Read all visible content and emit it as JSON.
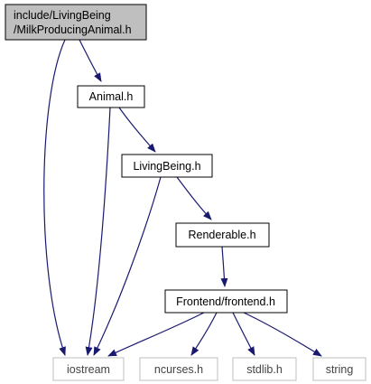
{
  "colors": {
    "edge": "#191970",
    "node_border": "#000000",
    "external_border": "#bfbfbf",
    "highlight_fill": "#bfbfbf",
    "background": "#ffffff"
  },
  "nodes": {
    "milk": {
      "line1": "include/LivingBeing",
      "line2": "/MilkProducingAnimal.h"
    },
    "animal": {
      "label": "Animal.h"
    },
    "livingbeing": {
      "label": "LivingBeing.h"
    },
    "renderable": {
      "label": "Renderable.h"
    },
    "frontend": {
      "label": "Frontend/frontend.h"
    },
    "iostream": {
      "label": "iostream"
    },
    "ncurses": {
      "label": "ncurses.h"
    },
    "stdlib": {
      "label": "stdlib.h"
    },
    "string": {
      "label": "string"
    }
  },
  "edges": [
    {
      "from": "milk",
      "to": "animal"
    },
    {
      "from": "milk",
      "to": "iostream"
    },
    {
      "from": "animal",
      "to": "livingbeing"
    },
    {
      "from": "animal",
      "to": "iostream"
    },
    {
      "from": "livingbeing",
      "to": "renderable"
    },
    {
      "from": "livingbeing",
      "to": "iostream"
    },
    {
      "from": "renderable",
      "to": "frontend"
    },
    {
      "from": "frontend",
      "to": "iostream"
    },
    {
      "from": "frontend",
      "to": "ncurses"
    },
    {
      "from": "frontend",
      "to": "stdlib"
    },
    {
      "from": "frontend",
      "to": "string"
    }
  ]
}
